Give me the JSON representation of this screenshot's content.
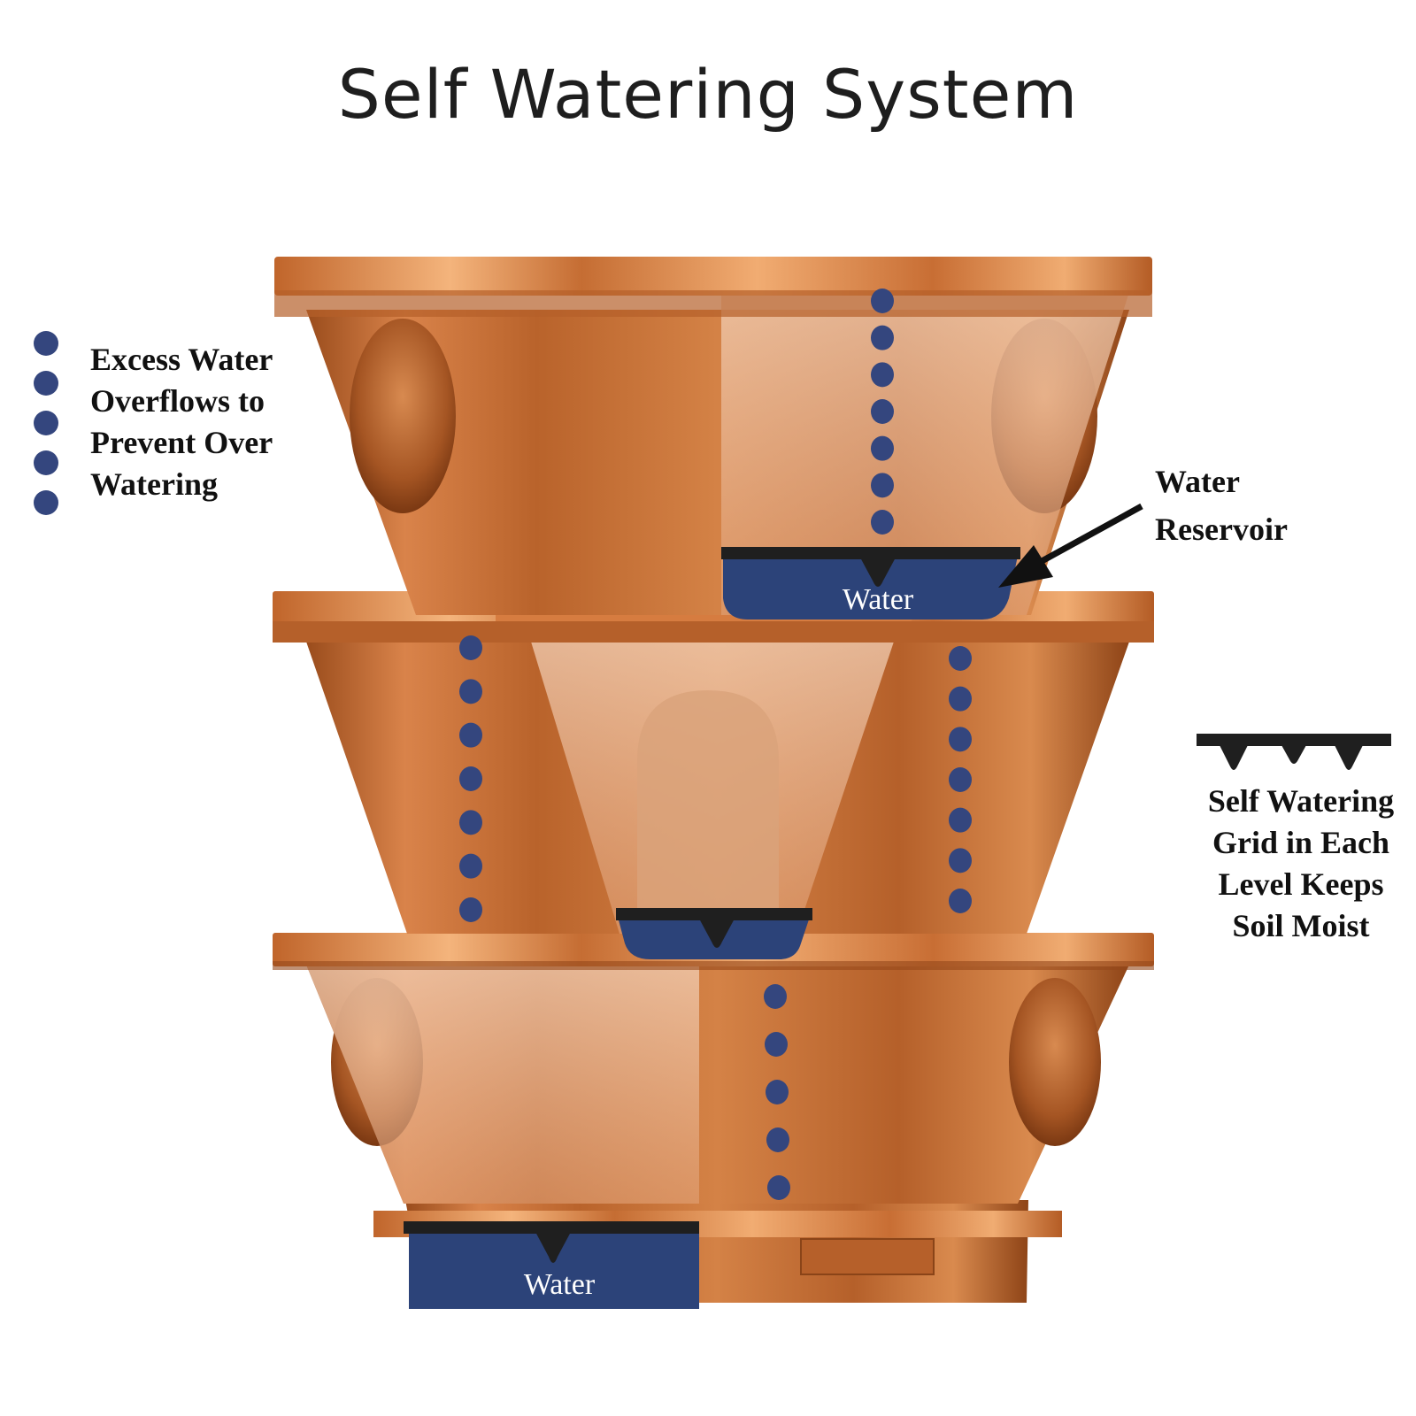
{
  "title": "Self Watering System",
  "callouts": {
    "overflow": [
      "Excess Water",
      "Overflows to",
      "Prevent Over",
      "Watering"
    ],
    "reservoir": [
      "Water",
      "Reservoir"
    ],
    "grid": [
      "Self Watering",
      "Grid in Each",
      "Level Keeps",
      "Soil Moist"
    ]
  },
  "water_labels": {
    "top": "Water",
    "bottom": "Water"
  },
  "colors": {
    "copper": "#c8743a",
    "copper_light": "#e8a068",
    "copper_dark": "#8a4418",
    "water": "#2c4379",
    "grid": "#1f1f1f",
    "droplet": "#34467e"
  }
}
